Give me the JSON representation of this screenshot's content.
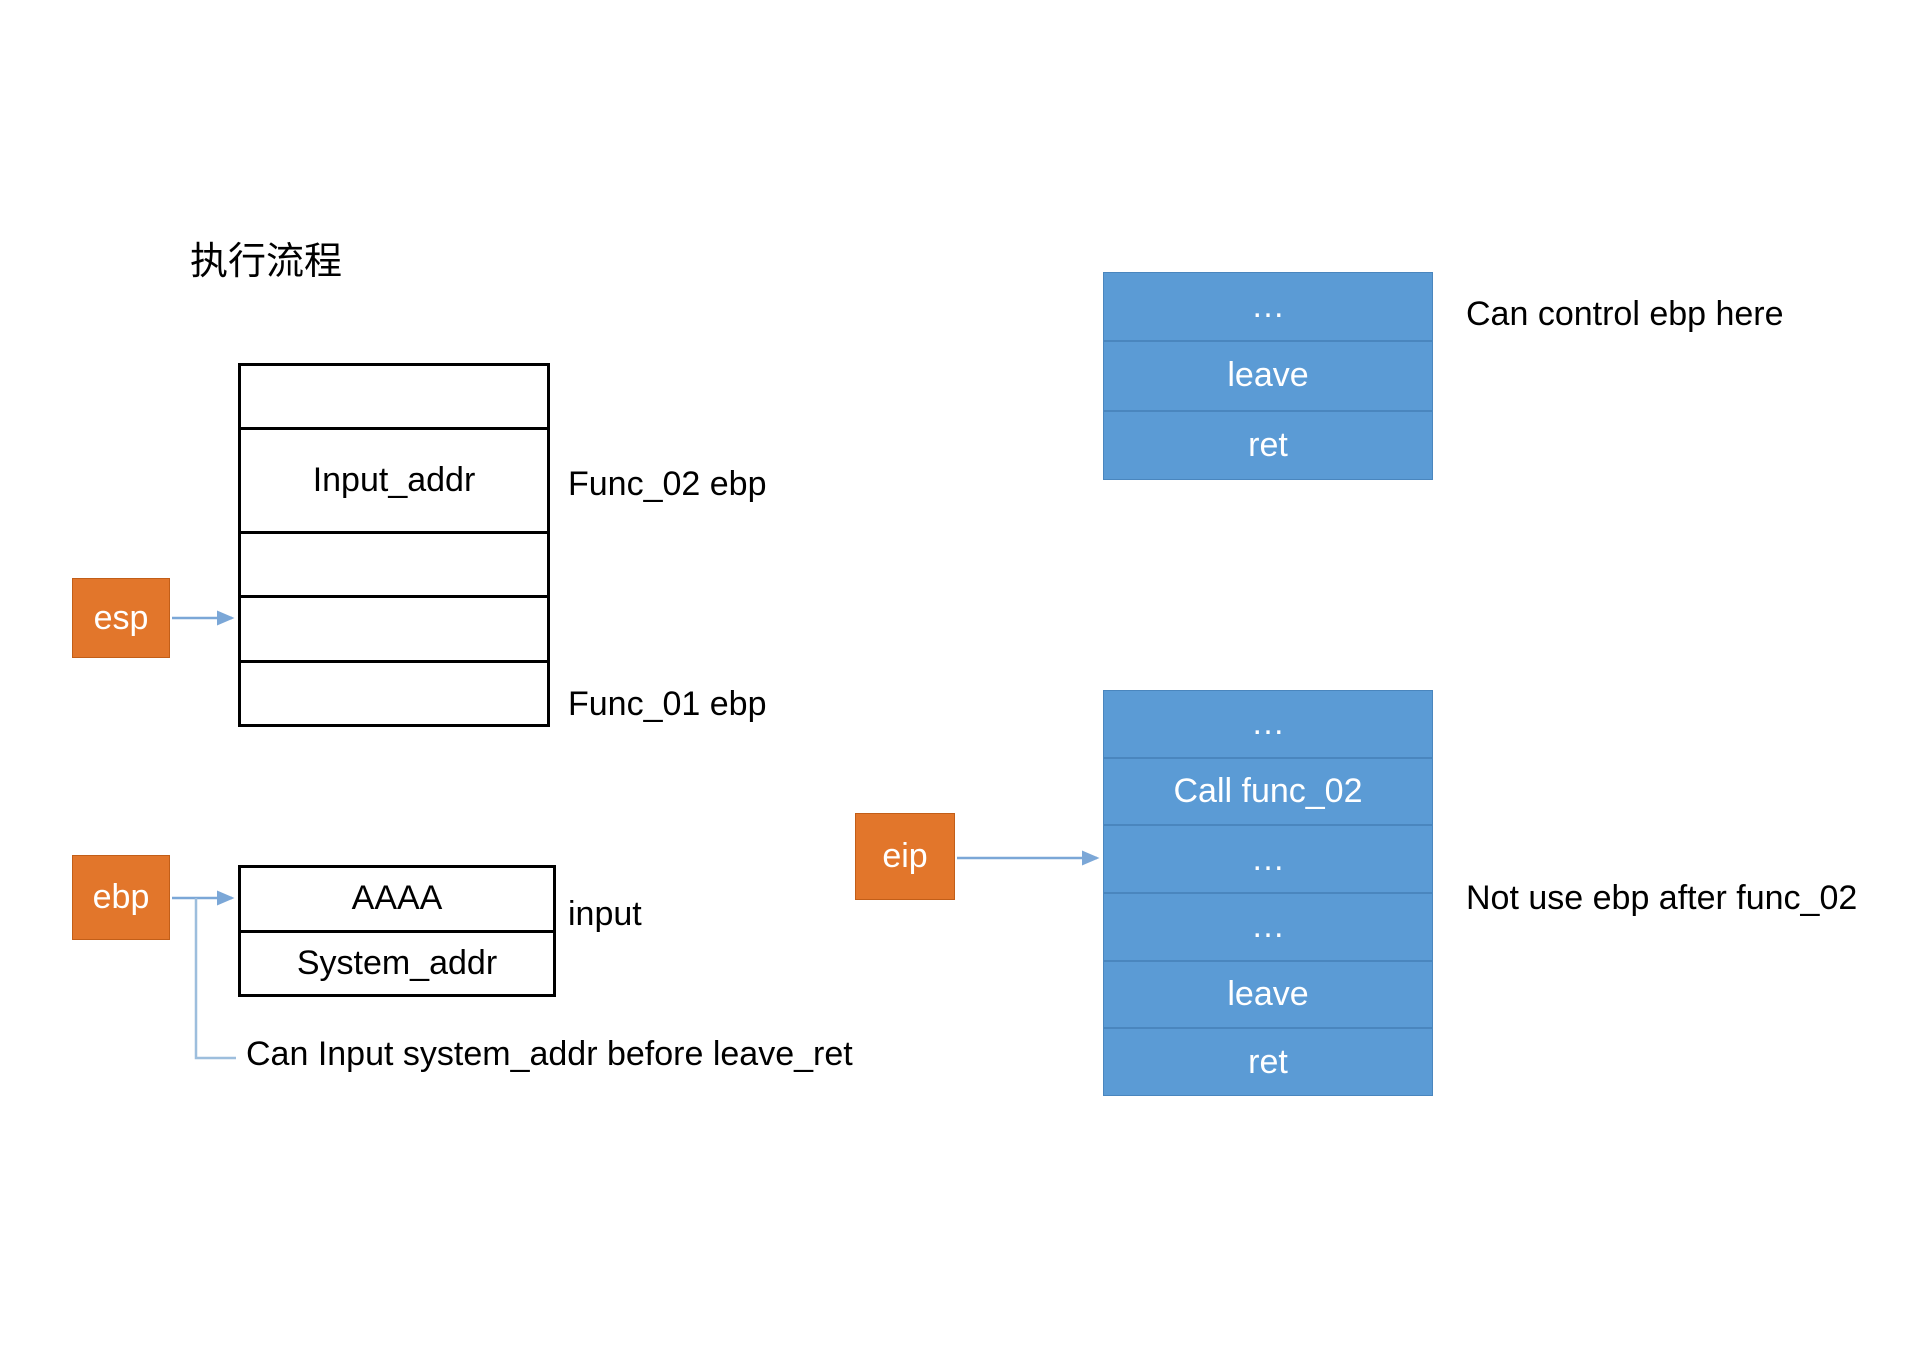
{
  "page": {
    "title": "执行流程",
    "background_color": "#FFFFFF"
  },
  "colors": {
    "register_box": "#E2762B",
    "code_block": "#5B9BD5",
    "arrow": "#7BA7D7",
    "stack_border": "#000000",
    "text": "#000000",
    "code_text": "#FFFFFF"
  },
  "registers": {
    "esp": {
      "label": "esp"
    },
    "ebp": {
      "label": "ebp"
    },
    "eip": {
      "label": "eip"
    }
  },
  "stack_upper": {
    "rows": [
      {
        "value": ""
      },
      {
        "value": "Input_addr"
      },
      {
        "value": ""
      },
      {
        "value": ""
      },
      {
        "value": ""
      }
    ],
    "annotations": {
      "func_02_ebp": "Func_02 ebp",
      "func_01_ebp": "Func_01 ebp"
    }
  },
  "stack_lower": {
    "rows": [
      {
        "value": "AAAA"
      },
      {
        "value": "System_addr"
      }
    ],
    "annotations": {
      "input": "input",
      "callout": "Can Input system_addr before leave_ret"
    }
  },
  "code_block_top": {
    "rows": [
      {
        "value": "…"
      },
      {
        "value": "leave"
      },
      {
        "value": "ret"
      }
    ],
    "annotation": "Can control ebp here"
  },
  "code_block_bottom": {
    "rows": [
      {
        "value": "…"
      },
      {
        "value": "Call func_02"
      },
      {
        "value": "…"
      },
      {
        "value": "…"
      },
      {
        "value": "leave"
      },
      {
        "value": "ret"
      }
    ],
    "annotation": "Not use ebp after func_02"
  }
}
